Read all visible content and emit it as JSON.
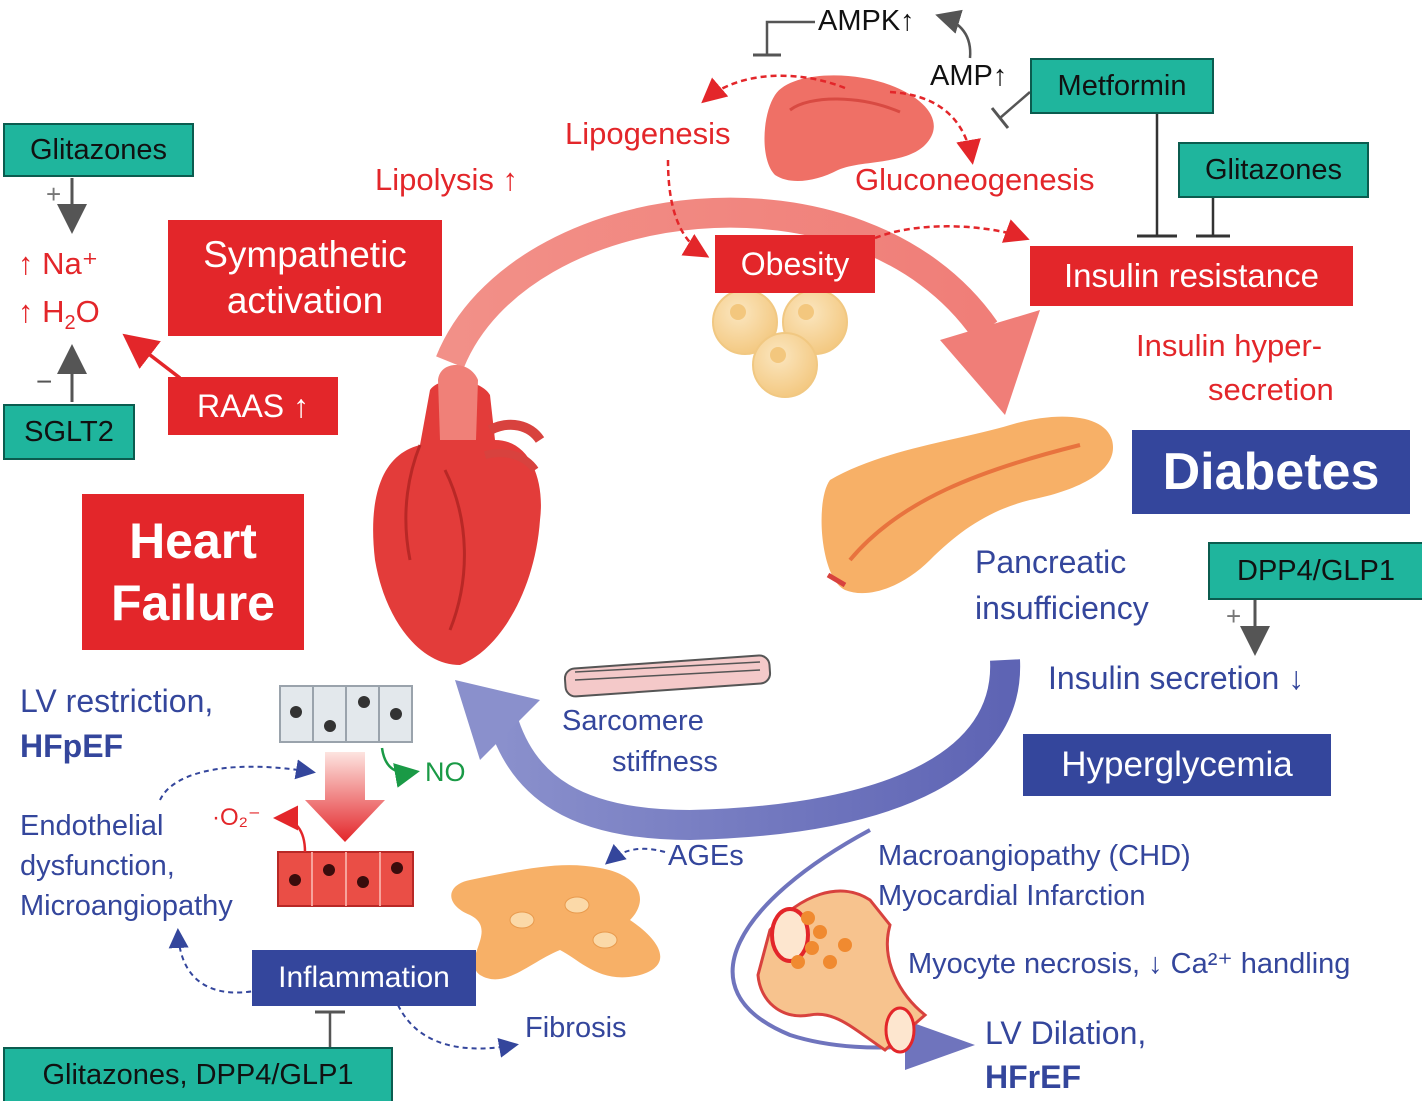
{
  "drugs": {
    "glitazones_top_left": "Glitazones",
    "sglt2": "SGLT2",
    "metformin": "Metformin",
    "glitazones_right": "Glitazones",
    "dpp4_glp1": "DPP4/GLP1",
    "glitazones_dpp4_bottom": "Glitazones, DPP4/GLP1"
  },
  "signs": {
    "plus": "+",
    "minus": "−",
    "plus2": "+"
  },
  "fluid": {
    "na": "↑ Na⁺",
    "h2o_prefix": "↑ H",
    "h2o_sub": "2",
    "h2o_suffix": "O"
  },
  "red_labels": {
    "sympathetic": "Sympathetic activation",
    "raas": "RAAS ↑",
    "obesity": "Obesity",
    "insulin_resistance": "Insulin resistance",
    "heart_failure": "Heart Failure",
    "lipolysis": "Lipolysis ↑",
    "lipogenesis": "Lipogenesis",
    "gluconeogenesis": "Gluconeogenesis",
    "insulin_hyper_1": "Insulin hyper-",
    "insulin_hyper_2": "secretion",
    "superoxide": "·O₂⁻"
  },
  "liver_path": {
    "ampk": "AMPK↑",
    "amp": "AMP↑"
  },
  "blue_labels": {
    "diabetes": "Diabetes",
    "hyperglycemia": "Hyperglycemia",
    "inflammation": "Inflammation",
    "pancreatic_1": "Pancreatic",
    "pancreatic_2": "insufficiency",
    "insulin_secretion": "Insulin secretion ↓",
    "lv_restriction": "LV restriction,",
    "hfpef": "HFpEF",
    "endothelial_1": "Endothelial",
    "endothelial_2": "dysfunction,",
    "endothelial_3": "Microangiopathy",
    "sarcomere_1": "Sarcomere",
    "sarcomere_2": "stiffness",
    "ages": "AGEs",
    "fibrosis": "Fibrosis",
    "macroangiopathy": "Macroangiopathy (CHD)",
    "mi": "Myocardial Infarction",
    "myocyte": "Myocyte necrosis, ↓ Ca²⁺ handling",
    "lv_dilation": "LV Dilation,",
    "hfref": "HFrEF"
  },
  "green_labels": {
    "no": "NO"
  },
  "icons": [
    "heart-icon",
    "liver-icon",
    "pancreas-icon",
    "fat-cells-icon",
    "sarcomere-icon",
    "endothelium-icon",
    "fibroblast-icon",
    "artery-icon"
  ],
  "colors": {
    "red": "#e3262a",
    "navy": "#34469c",
    "teal": "#1fb59d",
    "salmon_arrow": "#f08a80",
    "lavender_arrow": "#7a80c4"
  }
}
